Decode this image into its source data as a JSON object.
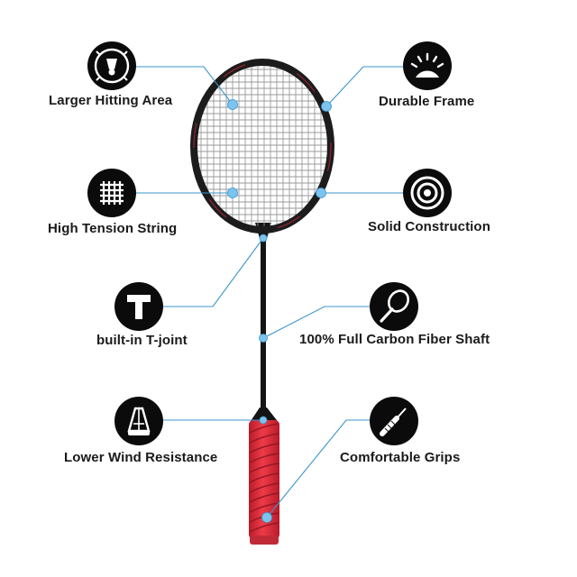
{
  "features": [
    {
      "id": "larger-hitting-area",
      "label": "Larger Hitting Area",
      "icon": "shuttlecock-target-icon"
    },
    {
      "id": "durable-frame",
      "label": "Durable Frame",
      "icon": "impact-burst-icon"
    },
    {
      "id": "high-tension-string",
      "label": "High Tension String",
      "icon": "string-grid-icon"
    },
    {
      "id": "solid-construction",
      "label": "Solid Construction",
      "icon": "concentric-rings-icon"
    },
    {
      "id": "built-in-t-joint",
      "label": "built-in T-joint",
      "icon": "t-letter-icon"
    },
    {
      "id": "full-carbon-fiber-shaft",
      "label": "100% Full Carbon Fiber Shaft",
      "icon": "racket-outline-icon"
    },
    {
      "id": "lower-wind-resistance",
      "label": "Lower Wind Resistance",
      "icon": "shuttlecock-icon"
    },
    {
      "id": "comfortable-grips",
      "label": "Comfortable Grips",
      "icon": "grip-handle-icon"
    }
  ],
  "colors": {
    "icon_background": "#0b0b0b",
    "icon_foreground": "#ffffff",
    "leader_line": "#3c95cc",
    "marker_dot": "#7cc4ee",
    "frame": "#1c1c1c",
    "frame_accent": "#b3263a",
    "strings": "#9a9a9a",
    "grip": "#e8303e",
    "label_text": "#1a1a1a"
  }
}
